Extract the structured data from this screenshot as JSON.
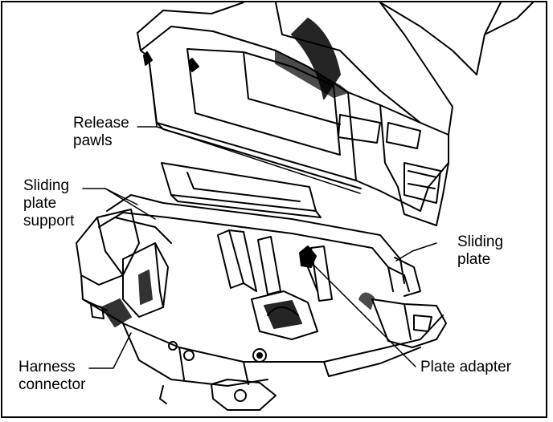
{
  "callouts": {
    "release_pawls": [
      "Release",
      "pawls"
    ],
    "sliding_plate_support": [
      "Sliding",
      "plate",
      "support"
    ],
    "sliding_plate": [
      "Sliding",
      "plate"
    ],
    "harness_connector": [
      "Harness",
      "connector"
    ],
    "plate_adapter": "Plate adapter"
  }
}
